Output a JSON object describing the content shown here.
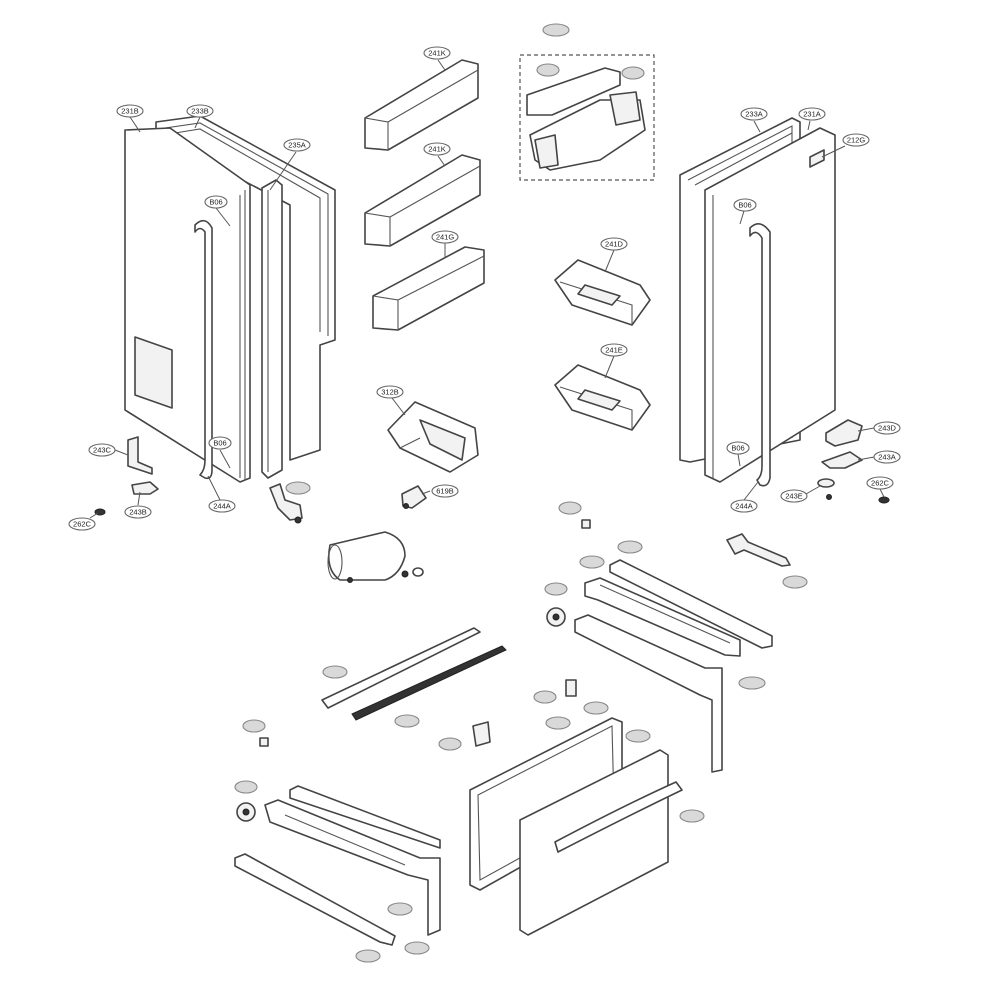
{
  "diagram": {
    "callouts": [
      {
        "id": "c231B",
        "label": "231B"
      },
      {
        "id": "c233B",
        "label": "233B"
      },
      {
        "id": "c235A",
        "label": "235A"
      },
      {
        "id": "cB06a",
        "label": "B06"
      },
      {
        "id": "cB06b",
        "label": "B06"
      },
      {
        "id": "c243C",
        "label": "243C"
      },
      {
        "id": "c243B",
        "label": "243B"
      },
      {
        "id": "c262Ca",
        "label": "262C"
      },
      {
        "id": "c244Aa",
        "label": "244A"
      },
      {
        "id": "c241Ka",
        "label": "241K"
      },
      {
        "id": "c241Kb",
        "label": "241K"
      },
      {
        "id": "c241G",
        "label": "241G"
      },
      {
        "id": "c312B",
        "label": "312B"
      },
      {
        "id": "c619B",
        "label": "619B"
      },
      {
        "id": "c241D",
        "label": "241D"
      },
      {
        "id": "c241E",
        "label": "241E"
      },
      {
        "id": "c233A",
        "label": "233A"
      },
      {
        "id": "c231A",
        "label": "231A"
      },
      {
        "id": "c212G",
        "label": "212G"
      },
      {
        "id": "cB06c",
        "label": "B06"
      },
      {
        "id": "cB06d",
        "label": "B06"
      },
      {
        "id": "c243D",
        "label": "243D"
      },
      {
        "id": "c243A",
        "label": "243A"
      },
      {
        "id": "c243E",
        "label": "243E"
      },
      {
        "id": "c262Cb",
        "label": "262C"
      },
      {
        "id": "c244Ab",
        "label": "244A"
      }
    ]
  }
}
